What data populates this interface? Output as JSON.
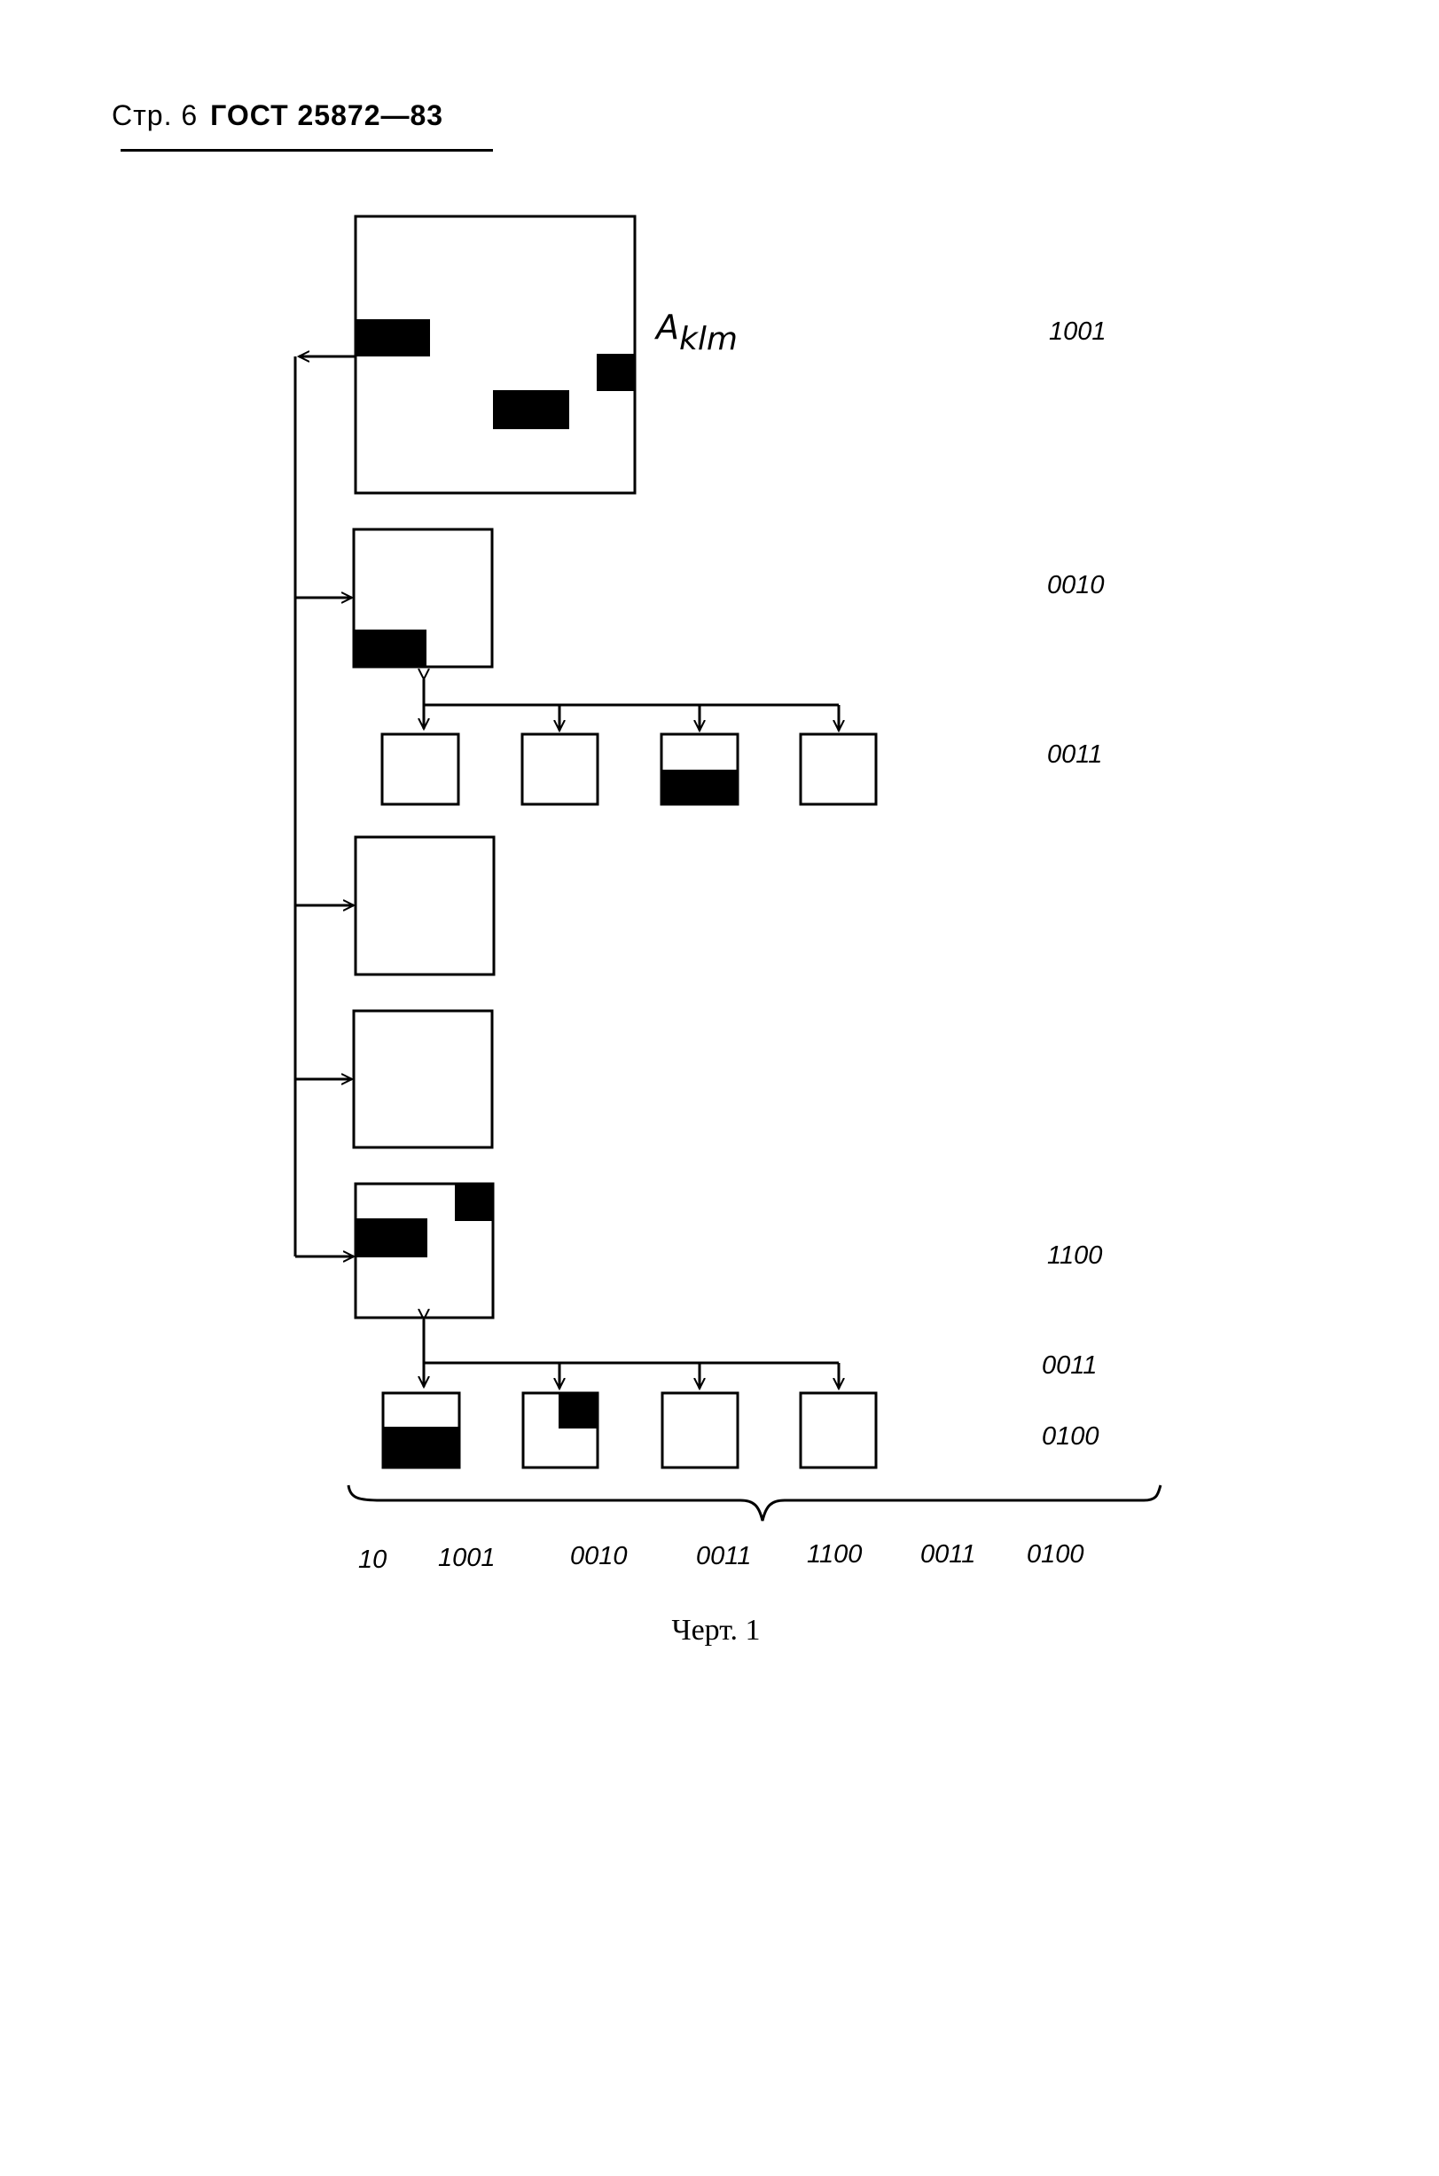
{
  "header": {
    "page": "Стр. 6",
    "standard": "ГОСТ 25872—83"
  },
  "diagram": {
    "top_label": "A",
    "top_label_sub": "klm",
    "row_codes": [
      "1001",
      "0010",
      "0011",
      "1100",
      "0011",
      "0100"
    ],
    "bottom_codes": [
      "10",
      "1001",
      "0010",
      "0011",
      "1100",
      "0011",
      "0100"
    ]
  },
  "caption": "Черт. 1"
}
